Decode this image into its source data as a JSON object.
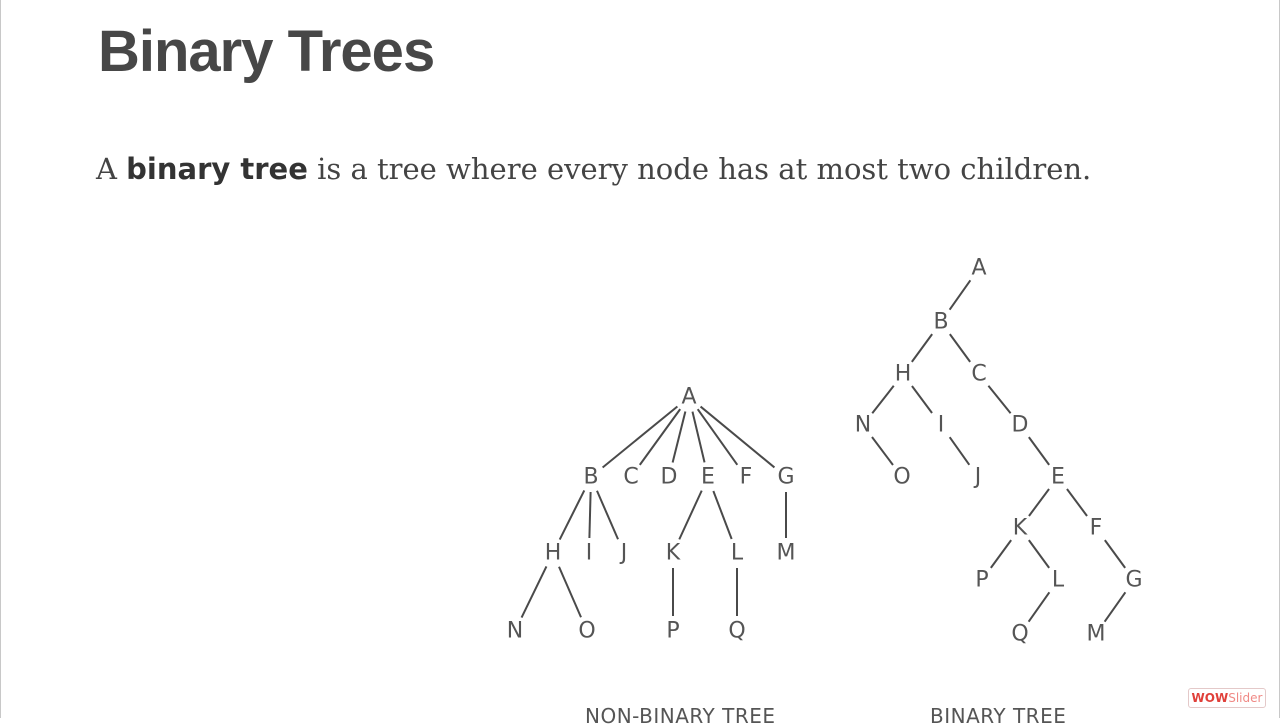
{
  "slide": {
    "title": "Binary Trees",
    "intro_prefix": "A ",
    "intro_bold": "binary tree",
    "intro_suffix": " is a tree where every node has at most two children."
  },
  "non_binary_tree": {
    "caption": "NON-BINARY TREE",
    "root": "A",
    "edges": [
      [
        "A",
        "B"
      ],
      [
        "A",
        "C"
      ],
      [
        "A",
        "D"
      ],
      [
        "A",
        "E"
      ],
      [
        "A",
        "F"
      ],
      [
        "A",
        "G"
      ],
      [
        "B",
        "H"
      ],
      [
        "B",
        "I"
      ],
      [
        "B",
        "J"
      ],
      [
        "E",
        "K"
      ],
      [
        "E",
        "L"
      ],
      [
        "G",
        "M"
      ],
      [
        "H",
        "N"
      ],
      [
        "H",
        "O"
      ],
      [
        "K",
        "P"
      ],
      [
        "L",
        "Q"
      ]
    ]
  },
  "binary_tree": {
    "caption": "BINARY TREE",
    "root": "A",
    "edges": [
      [
        "A",
        "B"
      ],
      [
        "B",
        "H"
      ],
      [
        "B",
        "C"
      ],
      [
        "H",
        "N"
      ],
      [
        "H",
        "I"
      ],
      [
        "N",
        "O"
      ],
      [
        "I",
        "J"
      ],
      [
        "C",
        "D"
      ],
      [
        "D",
        "E"
      ],
      [
        "E",
        "K"
      ],
      [
        "E",
        "F"
      ],
      [
        "K",
        "P"
      ],
      [
        "K",
        "L"
      ],
      [
        "L",
        "Q"
      ],
      [
        "F",
        "G"
      ],
      [
        "G",
        "M"
      ]
    ]
  },
  "watermark": {
    "part1": "WOW",
    "part2": "Slider"
  }
}
